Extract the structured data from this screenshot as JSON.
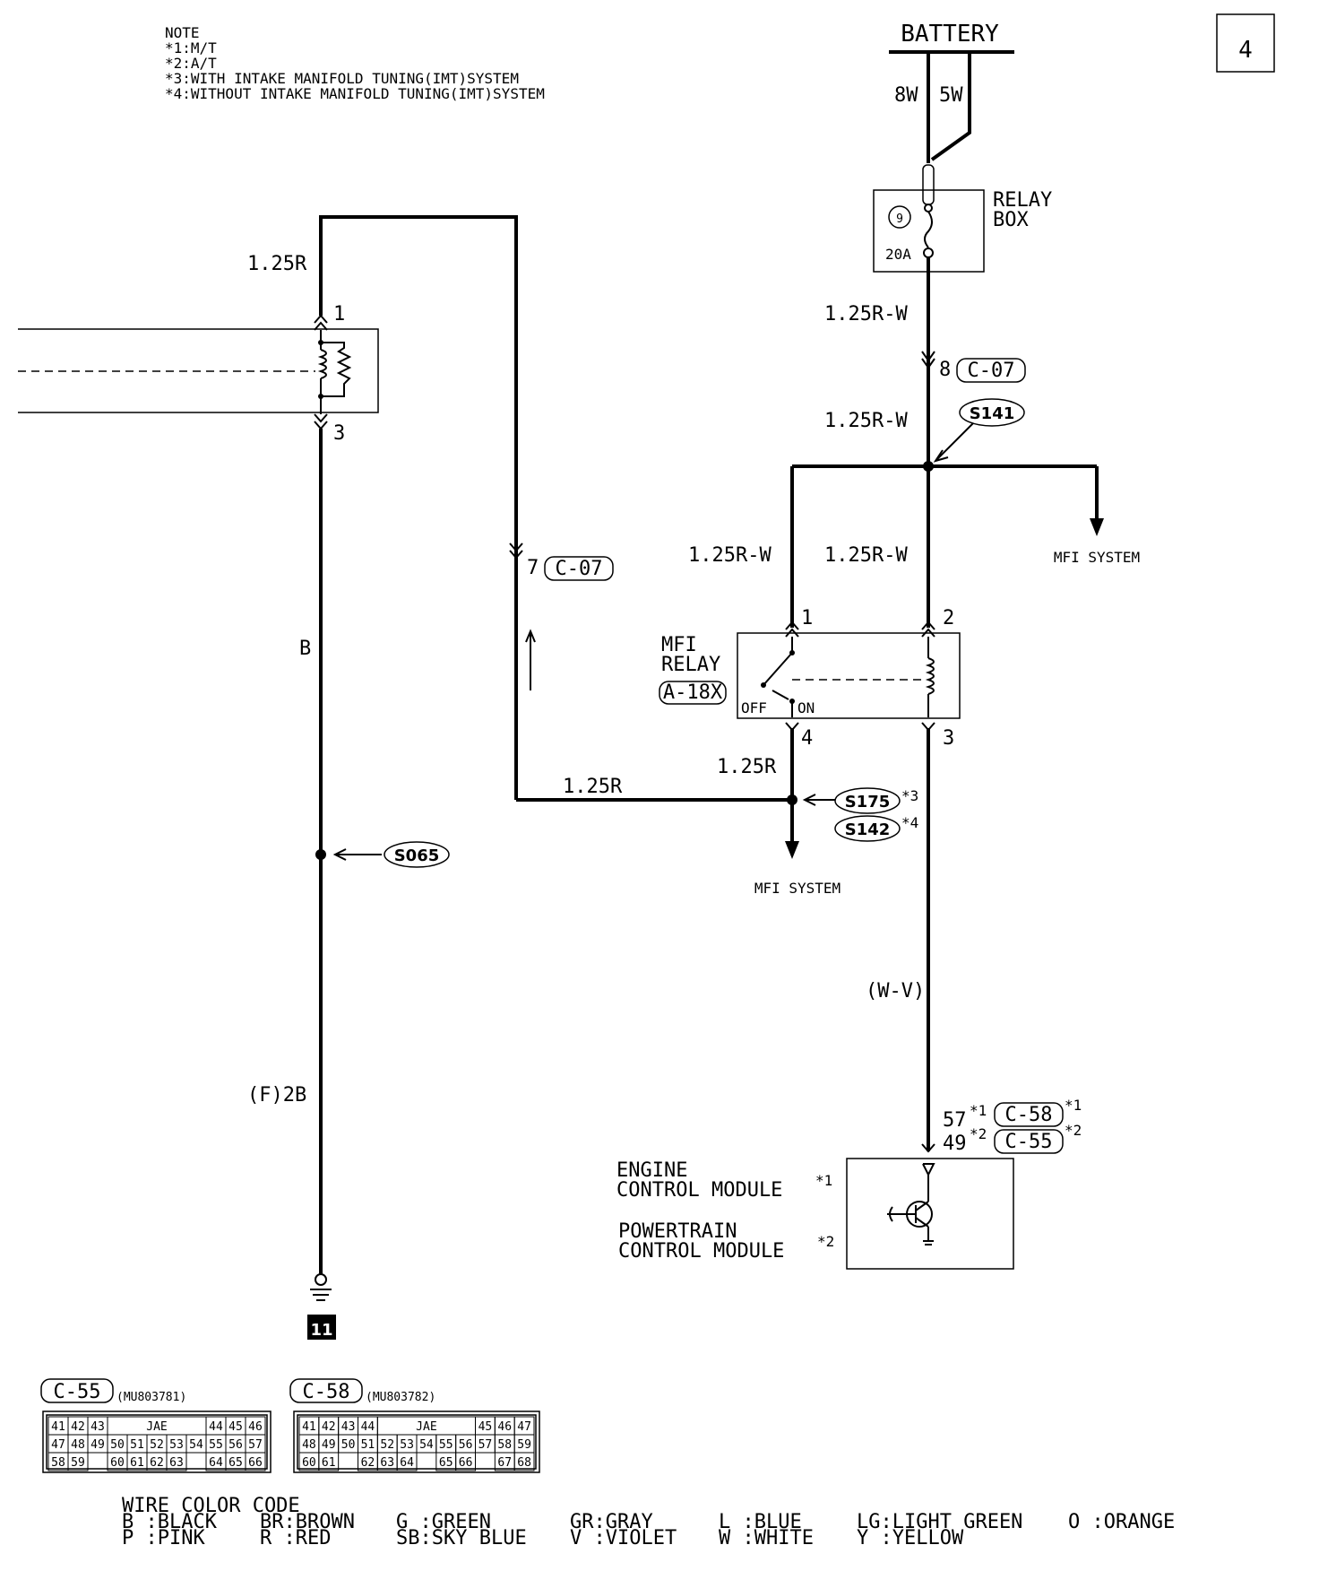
{
  "page_number": "4",
  "notes": {
    "heading": "NOTE",
    "lines": [
      "*1:M/T",
      "*2:A/T",
      "*3:WITH INTAKE MANIFOLD TUNING(IMT)SYSTEM",
      "*4:WITHOUT INTAKE MANIFOLD TUNING(IMT)SYSTEM"
    ]
  },
  "battery": {
    "label": "BATTERY",
    "wire_left": "8W",
    "wire_right": "5W"
  },
  "relay_box": {
    "label_line1": "RELAY",
    "label_line2": "BOX",
    "fuse_number": "9",
    "fuse_rating": "20A"
  },
  "wires": {
    "relay_box_out": "1.25R-W",
    "after_c07": "1.25R-W",
    "branch_left": "1.25R-W",
    "branch_center": "1.25R-W",
    "top_loop": "1.25R",
    "left_black": "B",
    "ground_wire": "(F)2B",
    "horizontal_red": "1.25R",
    "relay_out_red": "1.25R",
    "to_ecm": "(W-V)"
  },
  "connectors": {
    "c07_top_pin": "8",
    "c07_top": "C-07",
    "c07_left_pin": "7",
    "c07_left": "C-07",
    "relay_pin1": "1",
    "relay_pin2": "2",
    "relay_pin3": "3",
    "relay_pin4": "4",
    "coil_pin1": "1",
    "coil_pin3": "3",
    "ecm_pin_mt": "57",
    "ecm_pin_at": "49",
    "star1": "*1",
    "star2": "*2",
    "star3": "*3",
    "star4": "*4",
    "c58": "C-58",
    "c55": "C-55"
  },
  "splices": {
    "s141": "S141",
    "s175": "S175",
    "s142": "S142",
    "s065": "S065"
  },
  "mfi_system_right": "MFI SYSTEM",
  "mfi_system_bottom": "MFI SYSTEM",
  "mfi_relay": {
    "line1": "MFI",
    "line2": "RELAY",
    "id": "A-18X",
    "off_label": "OFF",
    "on_label": "ON"
  },
  "modules": {
    "ecm_line1": "ENGINE",
    "ecm_line2": "CONTROL MODULE",
    "pcm_line1": "POWERTRAIN",
    "pcm_line2": "CONTROL MODULE"
  },
  "ground_number": "11",
  "connector_c55": {
    "name": "C-55",
    "part": "(MU803781)",
    "maker": "JAE",
    "row1_left": [
      "41",
      "42",
      "43"
    ],
    "row1_right": [
      "44",
      "45",
      "46"
    ],
    "row2": [
      "47",
      "48",
      "49",
      "50",
      "51",
      "52",
      "53",
      "54",
      "55",
      "56",
      "57"
    ],
    "row3_left": [
      "58",
      "59"
    ],
    "row3_mid": [
      "60",
      "61",
      "62",
      "63"
    ],
    "row3_right": [
      "64",
      "65",
      "66"
    ]
  },
  "connector_c58": {
    "name": "C-58",
    "part": "(MU803782)",
    "maker": "JAE",
    "row1_left": [
      "41",
      "42",
      "43",
      "44"
    ],
    "row1_right": [
      "45",
      "46",
      "47"
    ],
    "row2": [
      "48",
      "49",
      "50",
      "51",
      "52",
      "53",
      "54",
      "55",
      "56",
      "57",
      "58",
      "59"
    ],
    "row3_left": [
      "60",
      "61"
    ],
    "row3_mid": [
      "62",
      "63",
      "64"
    ],
    "row3_mid2": [
      "65",
      "66"
    ],
    "row3_right": [
      "67",
      "68"
    ]
  },
  "wire_color_code": {
    "title": "WIRE COLOR CODE",
    "row1": [
      "B :BLACK",
      "BR:BROWN",
      "G :GREEN",
      "GR:GRAY",
      "L :BLUE",
      "LG:LIGHT GREEN",
      "O :ORANGE"
    ],
    "row2": [
      "P :PINK",
      "R :RED",
      "SB:SKY BLUE",
      "V :VIOLET",
      "W :WHITE",
      "Y :YELLOW"
    ]
  }
}
